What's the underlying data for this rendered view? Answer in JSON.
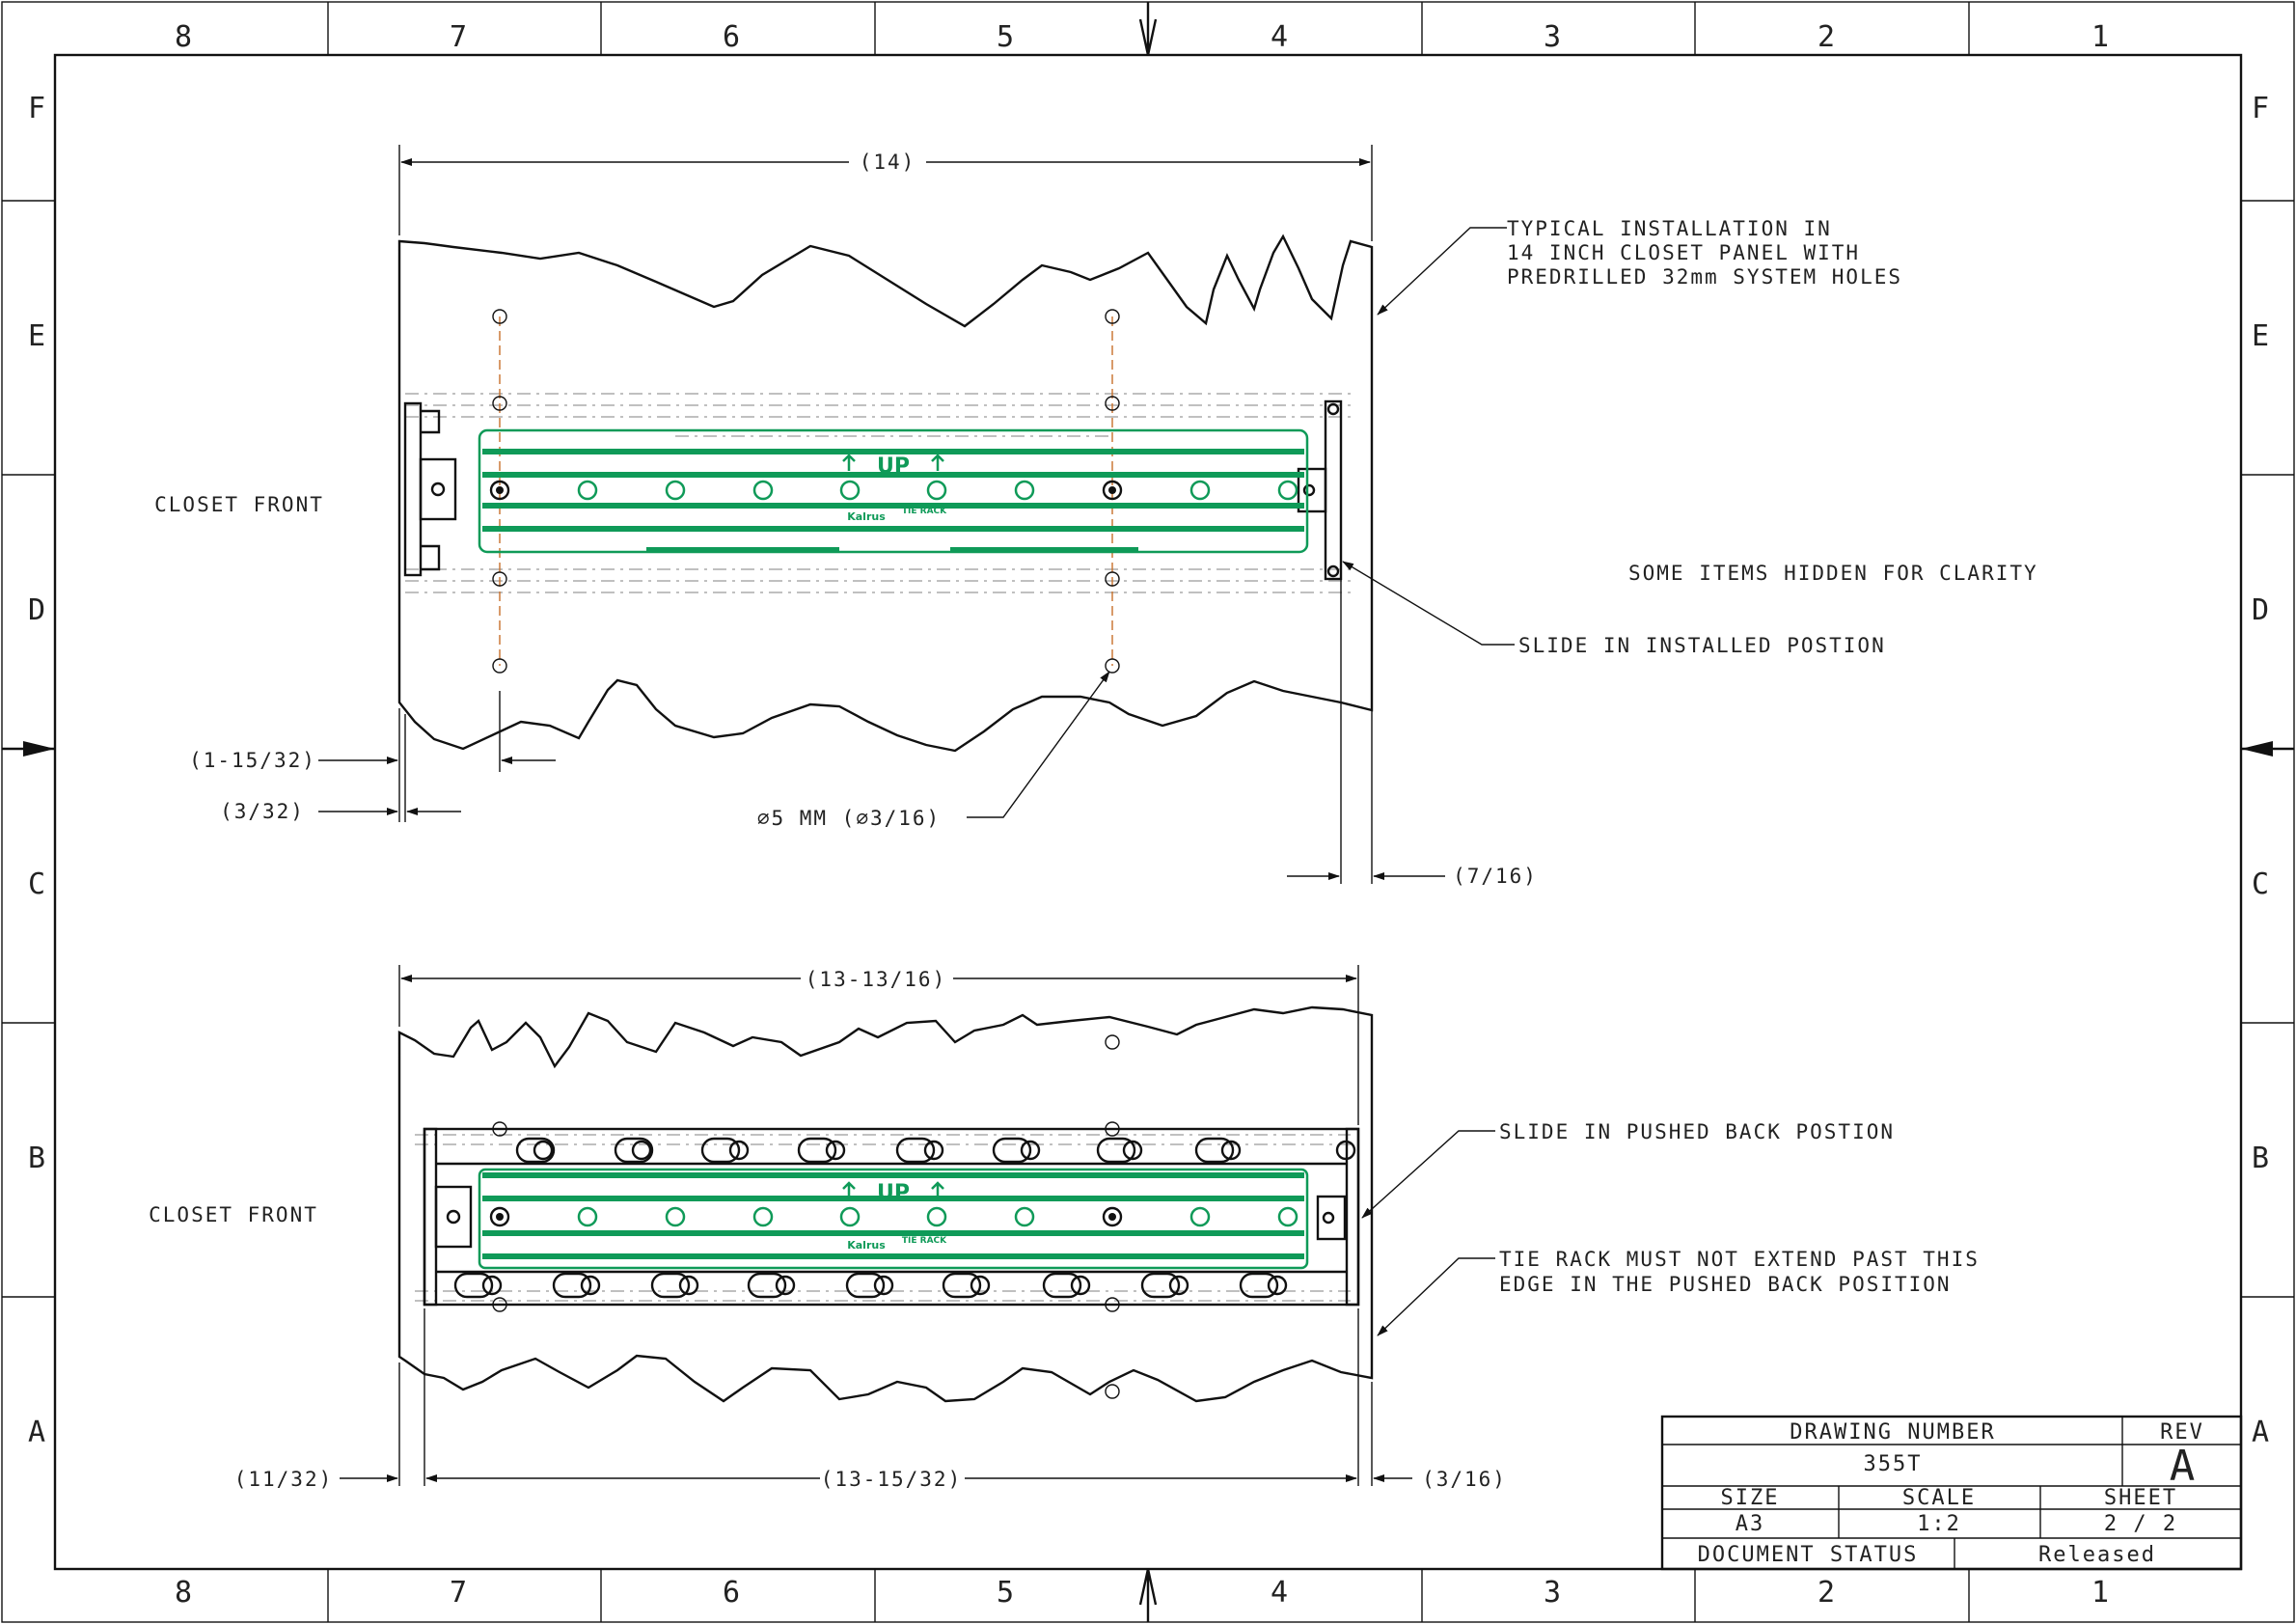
{
  "zones": {
    "columns": [
      "8",
      "7",
      "6",
      "5",
      "4",
      "3",
      "2",
      "1"
    ],
    "rows": [
      "F",
      "E",
      "D",
      "C",
      "B",
      "A"
    ]
  },
  "top_view": {
    "overall_width": "(14)",
    "closet_label": "CLOSET FRONT",
    "note_panel": [
      "TYPICAL INSTALLATION IN",
      "14 INCH CLOSET PANEL WITH",
      "PREDRILLED 32mm SYSTEM HOLES"
    ],
    "note_hidden": "SOME ITEMS HIDDEN FOR CLARITY",
    "note_slide": "SLIDE IN INSTALLED POSTION",
    "dim_front_hole": "(1-15/32)",
    "dim_front_gap": "(3/32)",
    "dim_hole": "∅5 MM (∅3/16)",
    "dim_back_gap": "(7/16)",
    "up_marker": "UP",
    "logo": "Kalrus",
    "logo_sub": "TIE RACK"
  },
  "bottom_view": {
    "overall_width": "(13-13/16)",
    "closet_label": "CLOSET FRONT",
    "note_slide": "SLIDE IN PUSHED BACK POSTION",
    "note_edge": [
      "TIE RACK MUST NOT EXTEND PAST THIS",
      "EDGE IN THE PUSHED BACK POSITION"
    ],
    "dim_front": "(11/32)",
    "dim_rack": "(13-15/32)",
    "dim_back": "(3/16)",
    "up_marker": "UP",
    "logo": "Kalrus",
    "logo_sub": "TIE RACK"
  },
  "title_block": {
    "drawing_number_label": "DRAWING NUMBER",
    "drawing_number": "355T",
    "rev_label": "REV",
    "rev": "A",
    "size_label": "SIZE",
    "size": "A3",
    "scale_label": "SCALE",
    "scale": "1:2",
    "sheet_label": "SHEET",
    "sheet": "2 / 2",
    "status_label": "DOCUMENT STATUS",
    "status": "Released"
  },
  "colors": {
    "line": "#111111",
    "rack_green": "#0f9a58",
    "center_line": "#c7702a",
    "hidden_line": "#9a9a9a"
  }
}
